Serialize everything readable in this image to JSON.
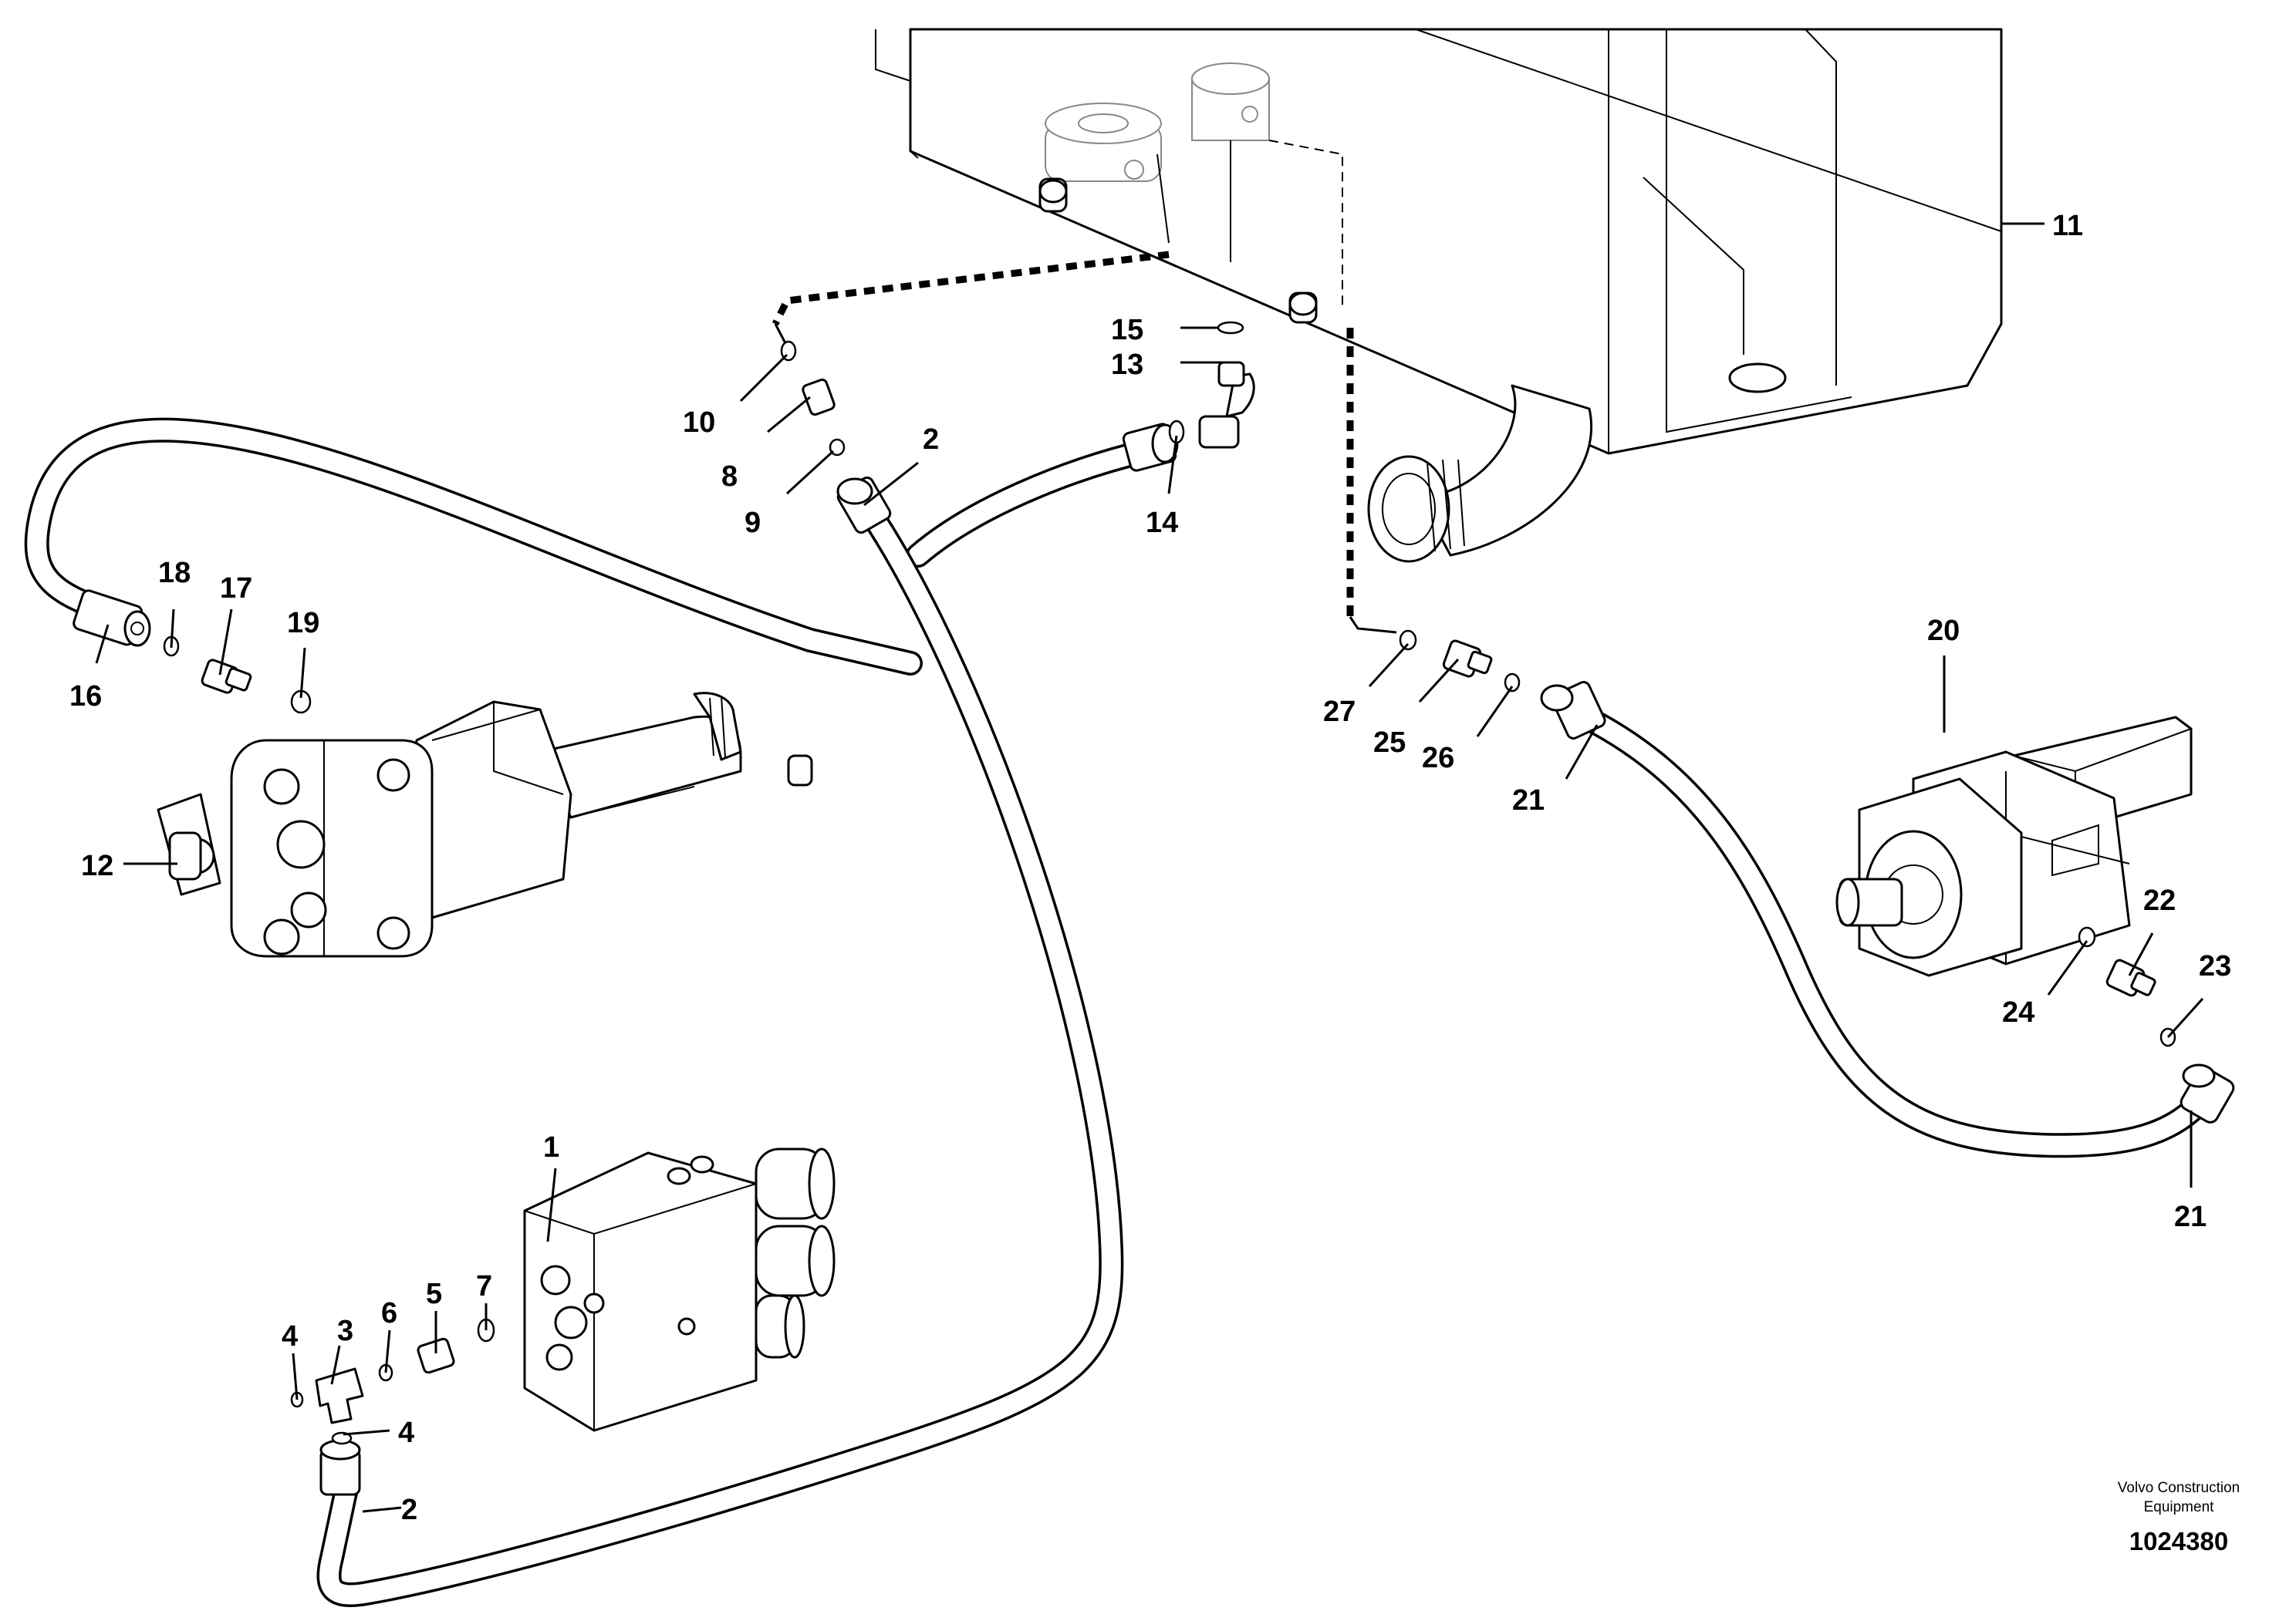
{
  "callouts": {
    "c1": "1",
    "c2a": "2",
    "c2b": "2",
    "c3": "3",
    "c4a": "4",
    "c4b": "4",
    "c5": "5",
    "c6": "6",
    "c7": "7",
    "c8": "8",
    "c9": "9",
    "c10": "10",
    "c11": "11",
    "c12": "12",
    "c13": "13",
    "c14": "14",
    "c15": "15",
    "c16": "16",
    "c17": "17",
    "c18": "18",
    "c19": "19",
    "c20": "20",
    "c21a": "21",
    "c21b": "21",
    "c22": "22",
    "c23": "23",
    "c24": "24",
    "c25": "25",
    "c26": "26",
    "c27": "27"
  },
  "footer": {
    "brand_line1": "Volvo Construction",
    "brand_line2": "Equipment",
    "drawing_number": "1024380"
  }
}
